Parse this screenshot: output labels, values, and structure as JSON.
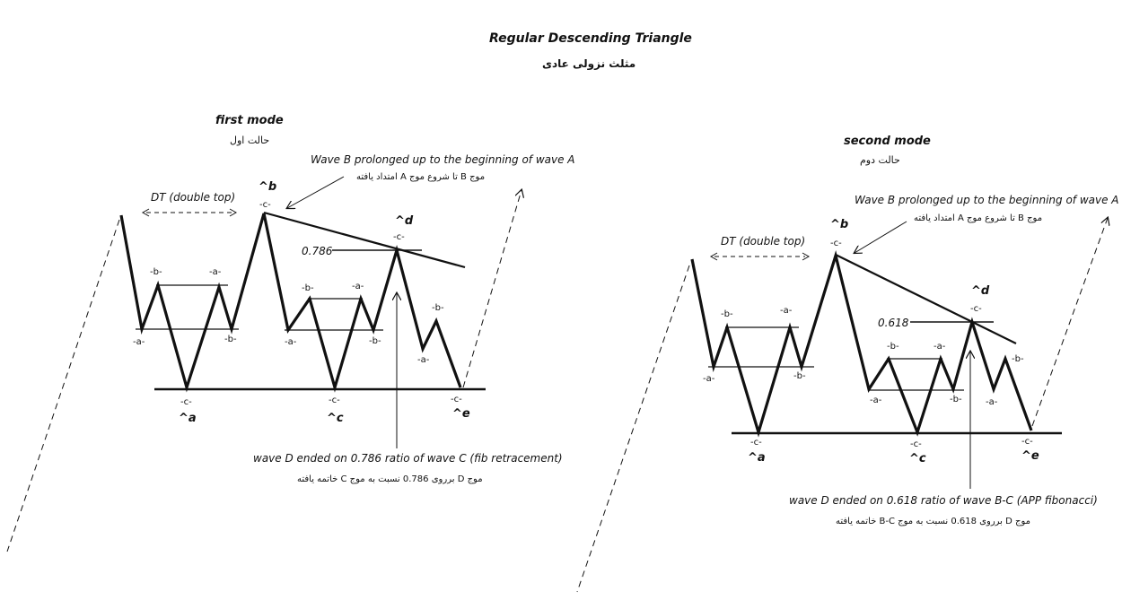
{
  "title": "Regular Descending Triangle",
  "title_fa": "مثلث نزولی عادی",
  "colors": {
    "ink": "#111111",
    "background": "#ffffff"
  },
  "panel1": {
    "heading": "first mode",
    "heading_fa": "حالت اول",
    "wave_b_note": "Wave B prolonged up to the beginning of wave A",
    "wave_b_note_fa": "موج B تا شروع موج A امتداد یافته",
    "dt_label": "DT (double top)",
    "ratio_label": "0.786",
    "wave_d_note": "wave D ended on 0.786 ratio of wave C (fib retracement)",
    "wave_d_note_fa": "موج D برروی 0.786 نسبت به موج C خاتمه یافته",
    "point_a": "^a",
    "point_b": "^b",
    "point_c": "^c",
    "point_d": "^d",
    "point_e": "^e",
    "sub_labels": {
      "b1": "-b-",
      "a1": "-a-",
      "a2": "-a-",
      "b2": "-b-",
      "c_under_b": "-c-",
      "c_under_a": "-c-",
      "b3": "-b-",
      "a3": "-a-",
      "a4": "-a-",
      "b4": "-b-",
      "c_under_c": "-c-",
      "c_under_d": "-c-",
      "b5": "-b-",
      "a5": "-a-",
      "c_under_e": "-c-"
    }
  },
  "panel2": {
    "heading": "second mode",
    "heading_fa": "حالت دوم",
    "wave_b_note": "Wave B prolonged up to the beginning of wave A",
    "wave_b_note_fa": "موج B تا شروع موج A امتداد یافته",
    "dt_label": "DT (double top)",
    "ratio_label": "0.618",
    "wave_d_note": "wave D ended on 0.618 ratio of wave B-C (APP fibonacci)",
    "wave_d_note_fa": "موج D برروی 0.618 نسبت به موج B-C خاتمه یافته",
    "point_a": "^a",
    "point_b": "^b",
    "point_c": "^c",
    "point_d": "^d",
    "point_e": "^e",
    "sub_labels": {
      "b1": "-b-",
      "a1": "-a-",
      "a2": "-a-",
      "b2": "-b-",
      "c_under_b": "-c-",
      "c_under_a": "-c-",
      "b3": "-b-",
      "a3": "-a-",
      "a4": "-a-",
      "b4": "-b-",
      "c_under_c": "-c-",
      "c_under_d": "-c-",
      "b5": "-b-",
      "a5": "-a-",
      "c_under_e": "-c-"
    }
  }
}
